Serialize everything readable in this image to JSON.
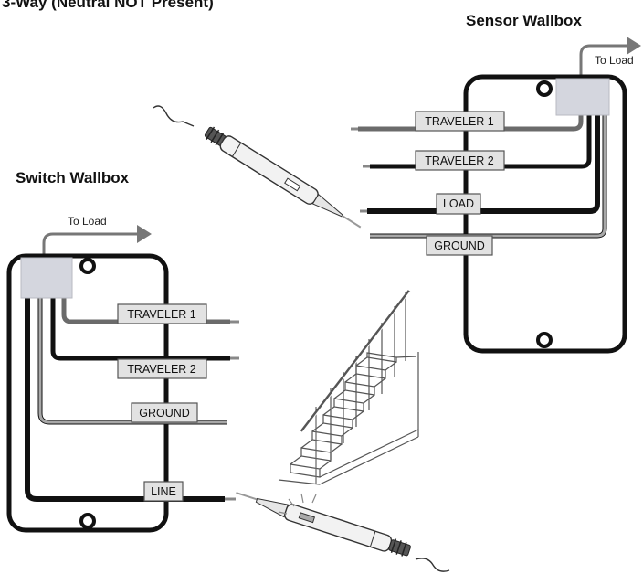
{
  "title": "3-Way (Neutral NOT Present)",
  "sensor_wallbox": {
    "heading": "Sensor Wallbox",
    "to_load": "To Load",
    "wires": {
      "traveler1": "TRAVELER 1",
      "traveler2": "TRAVELER 2",
      "load": "LOAD",
      "ground": "GROUND"
    }
  },
  "switch_wallbox": {
    "heading": "Switch Wallbox",
    "to_load": "To Load",
    "wires": {
      "traveler1": "TRAVELER 1",
      "traveler2": "TRAVELER 2",
      "ground": "GROUND",
      "line": "LINE"
    }
  },
  "colors": {
    "box": "#111111",
    "traveler1_wire": "#6b6b6b",
    "traveler2_wire": "#111111",
    "load_wire": "#111111",
    "line_wire": "#111111",
    "ground_wire": "#a8a8a8",
    "terminal": "#d4d6de",
    "label_fill": "#e2e2e2",
    "arrow": "#777777"
  }
}
